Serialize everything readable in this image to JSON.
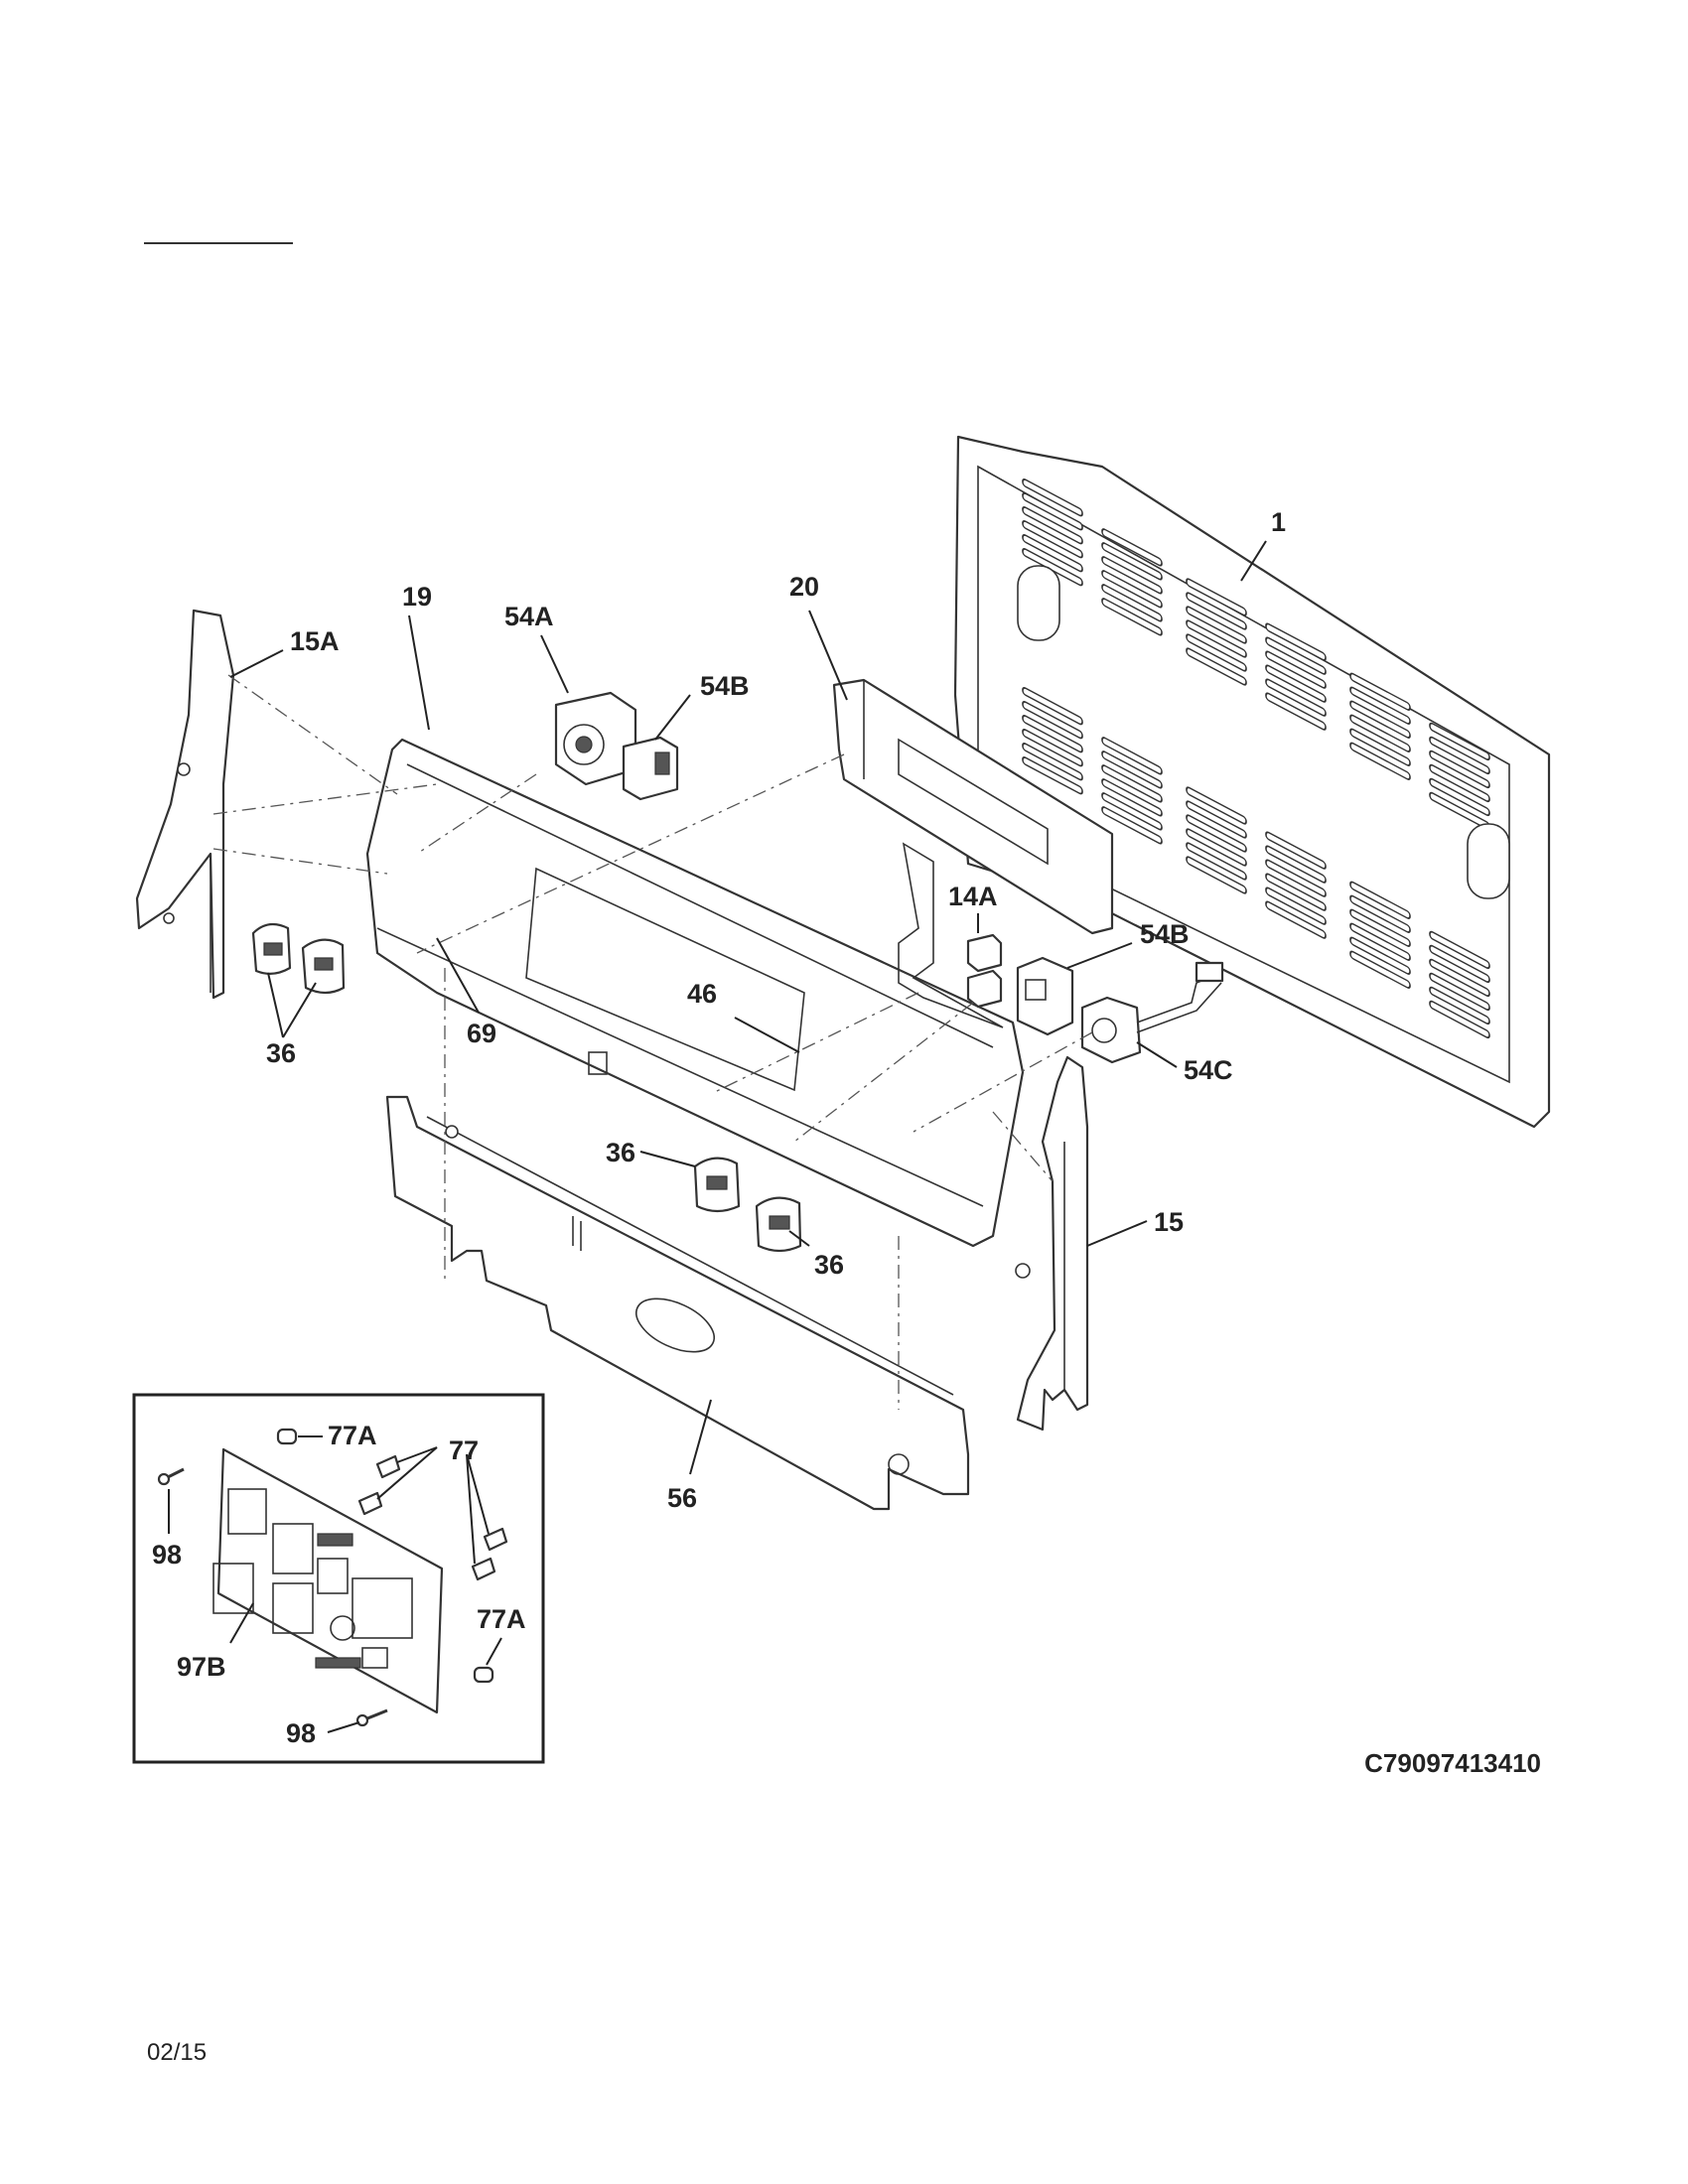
{
  "callouts": {
    "c1": "1",
    "c19": "19",
    "c20": "20",
    "c54a": "54A",
    "c54b_top": "54B",
    "c15a": "15A",
    "c14a": "14A",
    "c54b_right": "54B",
    "c54c": "54C",
    "c46": "46",
    "c69": "69",
    "c36_left": "36",
    "c36_mid": "36",
    "c36_right": "36",
    "c15": "15",
    "c56": "56",
    "c77a_top": "77A",
    "c77": "77",
    "c98_left": "98",
    "c77a_right": "77A",
    "c97b": "97B",
    "c98_bottom": "98"
  },
  "diagram_code": "C79097413410",
  "date": "02/15"
}
